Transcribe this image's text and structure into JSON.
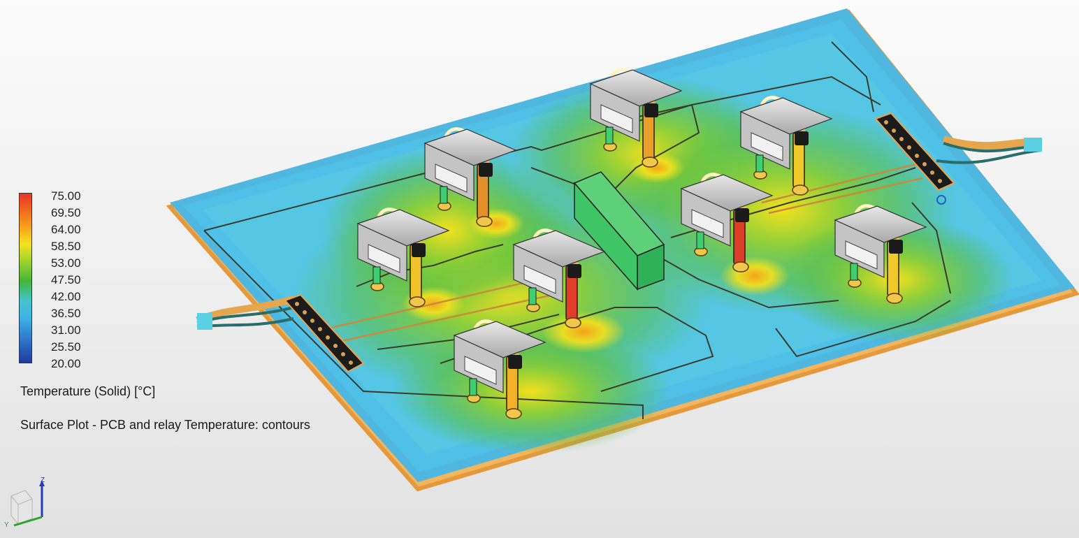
{
  "legend": {
    "ticks": [
      "75.00",
      "69.50",
      "64.00",
      "58.50",
      "53.00",
      "47.50",
      "42.00",
      "36.50",
      "31.00",
      "25.50",
      "20.00"
    ],
    "min": 20.0,
    "max": 75.0,
    "colors": [
      "#e8342a",
      "#f06a1e",
      "#f6a31b",
      "#f4e21f",
      "#8ccf30",
      "#43b53a",
      "#46c2c7",
      "#3fb4e6",
      "#2f78cc",
      "#1f3c9e"
    ],
    "quantity": "Temperature (Solid) [°C]"
  },
  "plot_caption": "Surface Plot - PCB and relay Temperature: contours",
  "triad": {
    "z_label": "Z",
    "y_label": "Y"
  }
}
